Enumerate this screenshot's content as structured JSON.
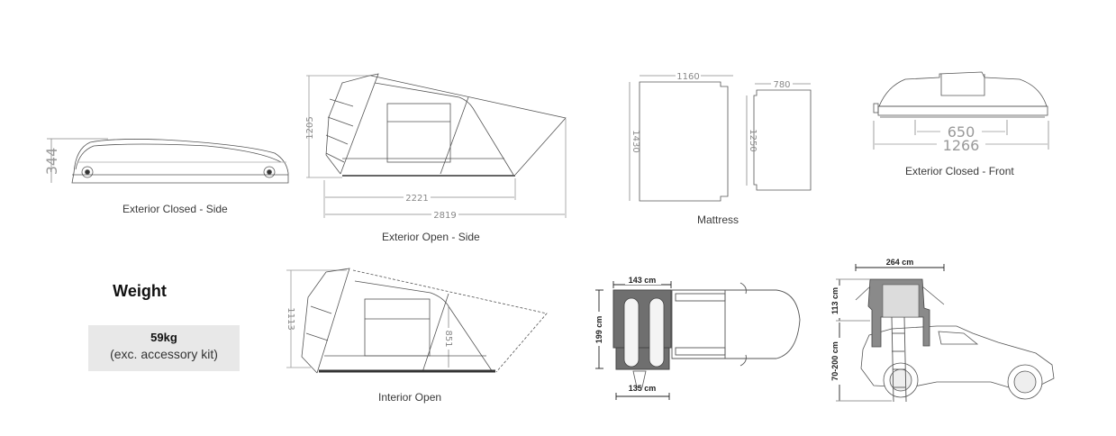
{
  "diagrams": {
    "exterior_closed_side": {
      "caption": "Exterior Closed - Side",
      "height": "344"
    },
    "exterior_open_side": {
      "caption": "Exterior Open - Side",
      "height": "1205",
      "base_length": "2221",
      "total_length": "2819"
    },
    "mattress": {
      "caption": "Mattress",
      "main_width": "1160",
      "main_length": "1430",
      "extension_width": "780",
      "extension_length": "1250"
    },
    "exterior_closed_front": {
      "caption": "Exterior Closed - Front",
      "rail_spacing": "650",
      "width": "1266"
    },
    "interior_open": {
      "caption": "Interior Open",
      "height": "1113",
      "ladder_side_height": "851"
    },
    "top_view": {
      "width_top": "143 cm",
      "length": "199 cm",
      "width_bottom": "135 cm"
    },
    "vehicle_side_view": {
      "total_length": "264 cm",
      "tent_height": "113 cm",
      "mount_height": "70-200 cm"
    }
  },
  "weight": {
    "title": "Weight",
    "value": "59kg",
    "note": "(exc. accessory kit)"
  }
}
